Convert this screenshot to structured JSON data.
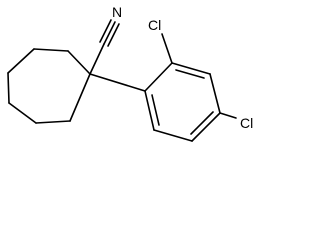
{
  "structure": {
    "atoms": {
      "nitrile_n": "N",
      "cl_ortho": "Cl",
      "cl_para": "Cl"
    }
  },
  "colors": {
    "bond": "#000000",
    "label": "#000000",
    "background": "#ffffff"
  }
}
